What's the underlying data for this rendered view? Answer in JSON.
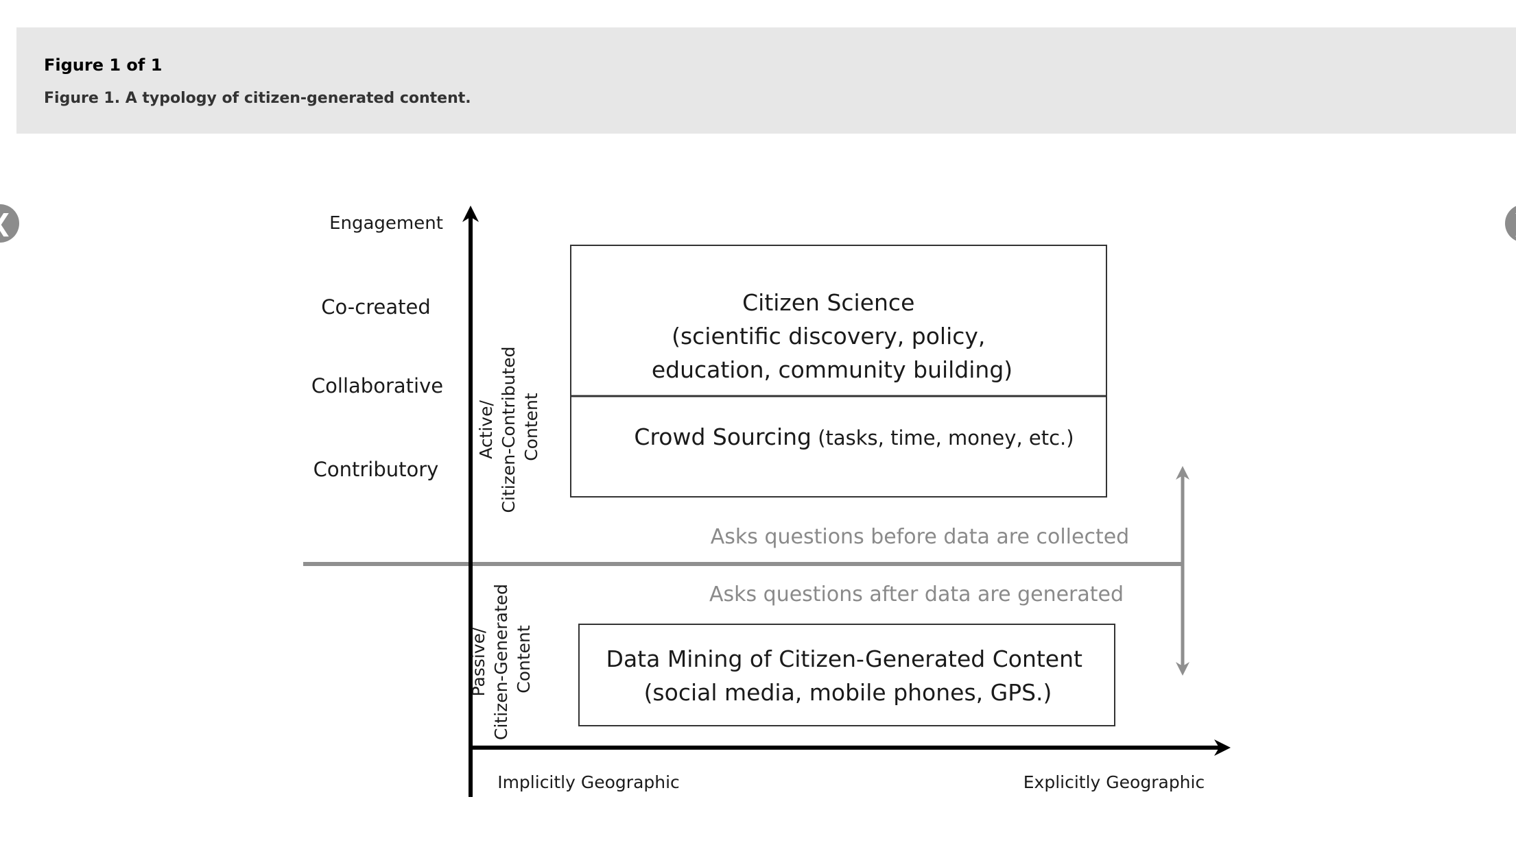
{
  "header": {
    "figure_count": "Figure 1 of 1",
    "caption": "Figure 1. A typology of citizen-generated content."
  },
  "nav": {
    "prev_icon": "chevron-left-icon",
    "next_icon": "chevron-right-icon"
  },
  "diagram": {
    "y_axis_title": "Engagement",
    "levels": [
      "Co-created",
      "Collaborative",
      "Contributory"
    ],
    "active_label": [
      "Active/",
      "Citizen-Contributed",
      "Content"
    ],
    "passive_label": [
      "Passive/",
      "Citizen-Generated",
      "Content"
    ],
    "citizen_science": [
      "Citizen Science",
      "(scientific discovery, policy,",
      "education, community building)"
    ],
    "crowd_sourcing_title": "Crowd Sourcing",
    "crowd_sourcing_detail": " (tasks, time, money, etc.)",
    "before_text": "Asks questions before data are collected",
    "after_text": "Asks questions after data are generated",
    "data_mining": [
      "Data Mining of Citizen-Generated Content",
      "(social media, mobile phones, GPS.)"
    ],
    "x_left": "Implicitly Geographic",
    "x_right": "Explicitly Geographic"
  },
  "colors": {
    "header_bg": "#e7e7e7",
    "axis": "#000000",
    "divider": "#8f8f8f",
    "muted_text": "#8a8a8a"
  }
}
